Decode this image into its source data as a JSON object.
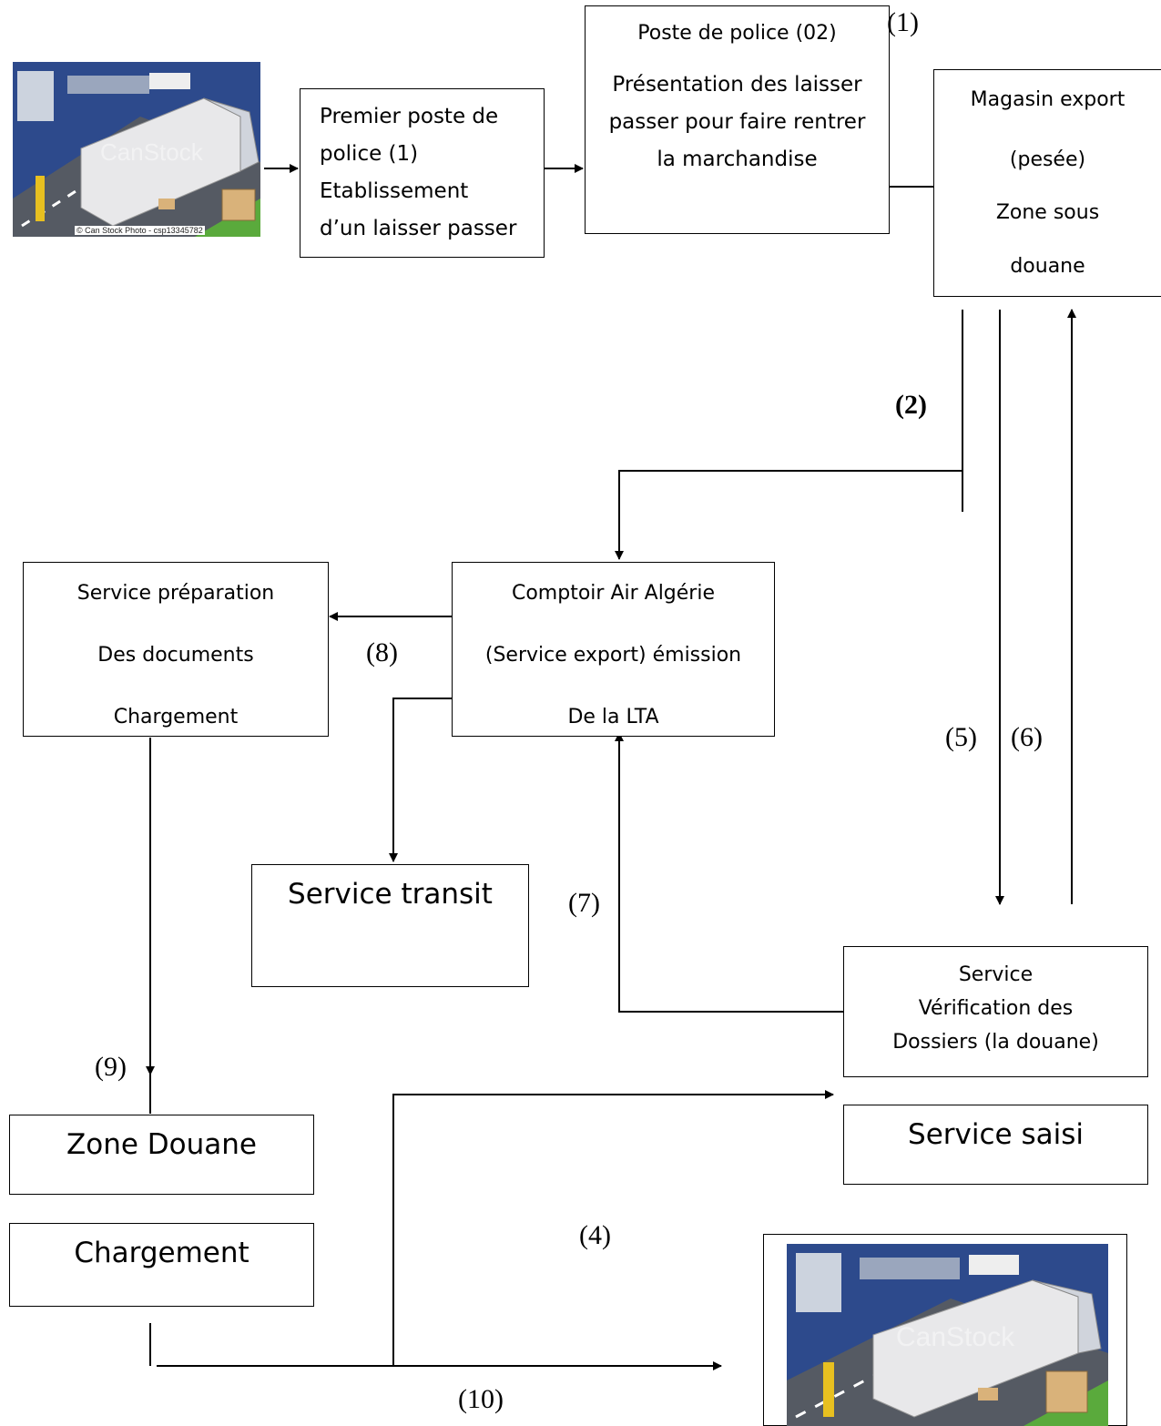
{
  "labels": {
    "l1": "(1)",
    "l2": "(2)",
    "l4": "(4)",
    "l5": "(5)",
    "l6": "(6)",
    "l7": "(7)",
    "l8": "(8)",
    "l9": "(9)",
    "l10": "(10)"
  },
  "boxes": {
    "premier_poste": [
      "Premier poste de",
      "police (1)",
      "Etablissement",
      "d’un laisser passer"
    ],
    "poste_police_02": {
      "title": "Poste de police (02)",
      "lines": [
        "Présentation des laisser",
        "passer pour faire rentrer",
        "la marchandise"
      ]
    },
    "magasin_export": [
      "Magasin export",
      "(pesée)",
      "Zone sous",
      "douane"
    ],
    "comptoir": [
      "Comptoir Air Algérie",
      "(Service export) émission",
      "De la LTA"
    ],
    "service_preparation": [
      "Service préparation",
      "Des documents",
      "Chargement"
    ],
    "service_transit": "Service transit",
    "service_verification": [
      "Service",
      "Vérification des",
      "Dossiers (la douane)"
    ],
    "service_saisi": "Service saisi",
    "zone_douane": "Zone Douane",
    "chargement": "Chargement"
  },
  "images": {
    "truck_watermark": "CanStock",
    "truck_credit": "© Can Stock Photo - csp13345782"
  },
  "colors": {
    "line": "#000000",
    "truck_bg": "#2d4a8c",
    "road": "#555a63",
    "grass": "#5aaa3c"
  }
}
